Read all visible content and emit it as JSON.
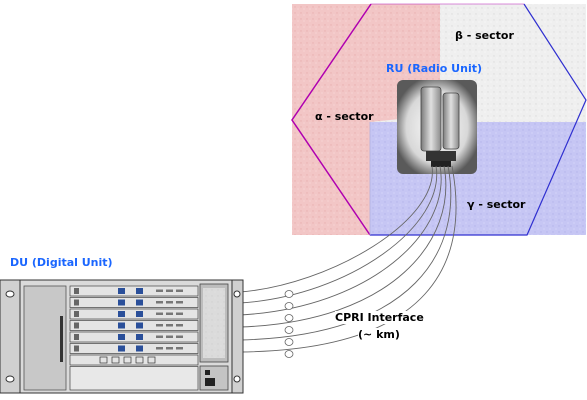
{
  "labels": {
    "ru": "RU (Radio Unit)",
    "du": "DU (Digital Unit)",
    "alpha": "α - sector",
    "beta": "β - sector",
    "gamma": "γ - sector",
    "cpri_line1": "CPRI Interface",
    "cpri_line2": "(~ km)"
  },
  "colors": {
    "alpha_sector": "#f6c4c4",
    "beta_sector": "#f1f1f1",
    "gamma_sector": "#c8c8f6",
    "sector_outline": "#b000b0",
    "ru_label": "#1a66ff",
    "du_label": "#1a66ff",
    "cable": "#666666",
    "du_chassis": "#d9d9d9"
  },
  "diagram": {
    "sector_count": 3,
    "cable_count": 6,
    "du_cards": 7
  }
}
